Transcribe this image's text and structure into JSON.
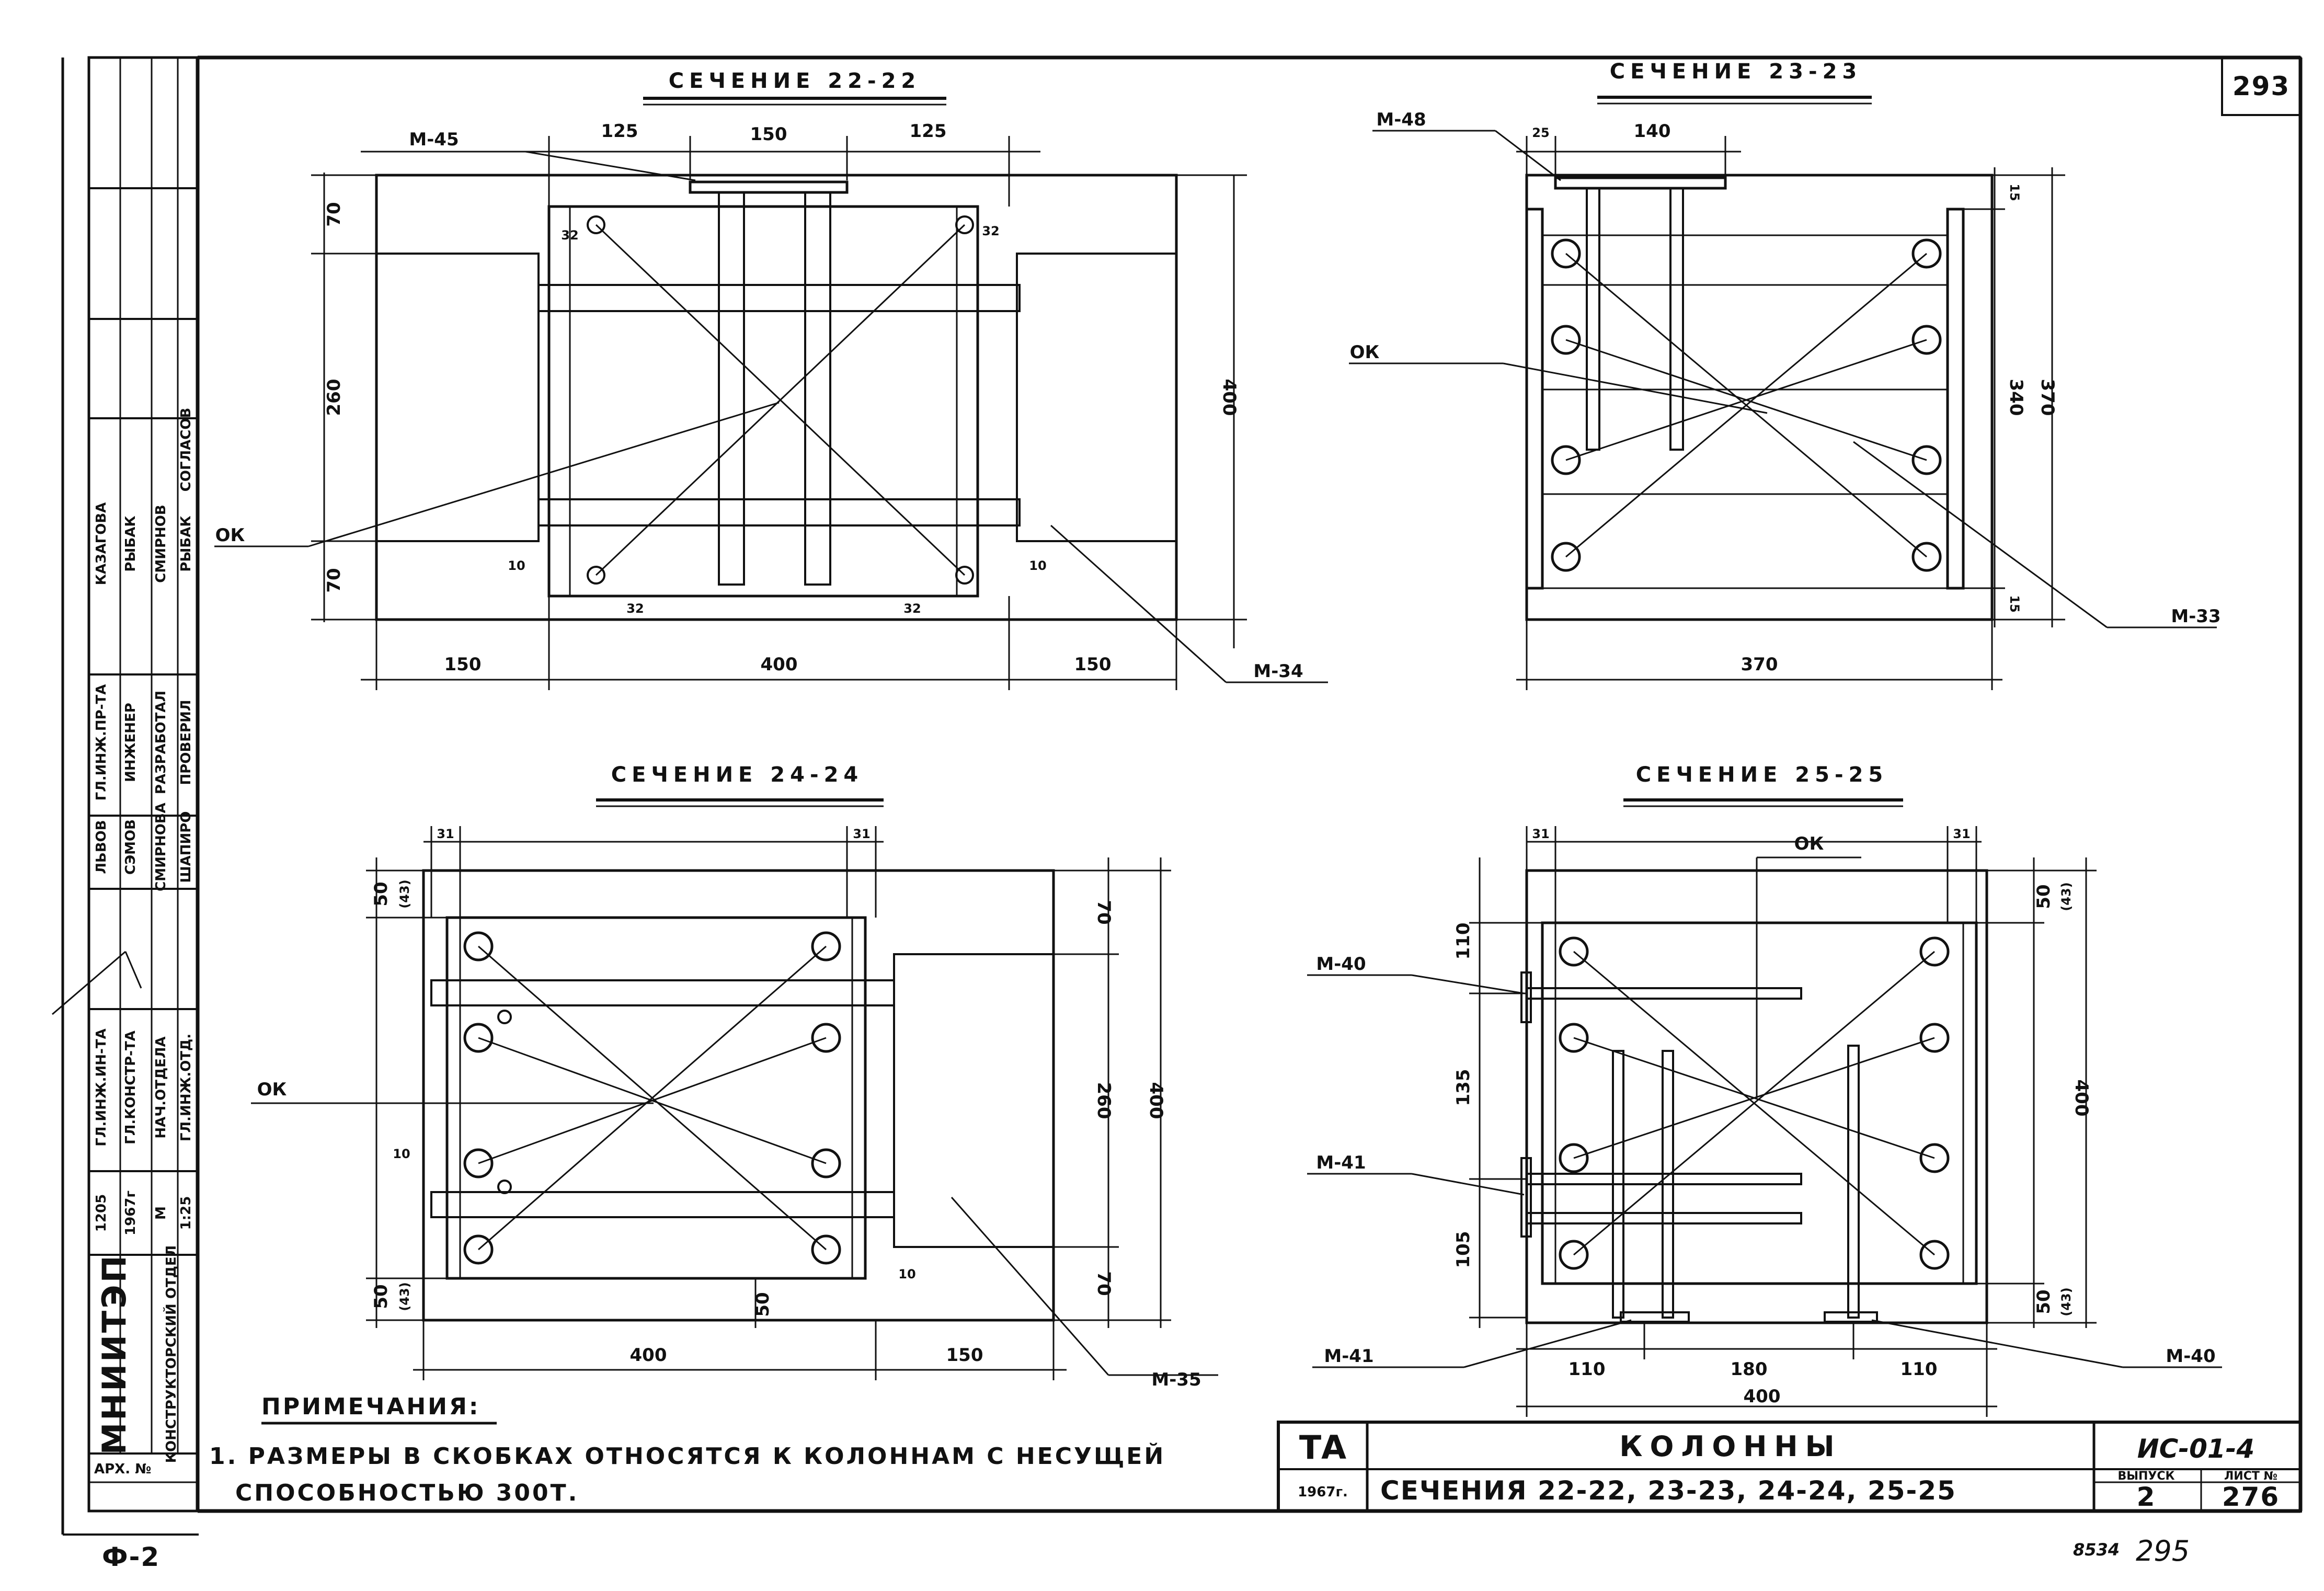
{
  "sheet": {
    "page_number": "293",
    "bottom_left": "Ф-2",
    "bottom_code": "8534",
    "bottom_page": "295"
  },
  "sections": {
    "s22": {
      "title": "СЕЧЕНИЕ 22-22",
      "dims": [
        "125",
        "150",
        "125",
        "70",
        "260",
        "70",
        "400",
        "150",
        "400",
        "150",
        "32",
        "32",
        "10",
        "10",
        "32",
        "32"
      ],
      "labels": {
        "m45": "М-45",
        "ok": "ОК",
        "m34": "М-34"
      }
    },
    "s23": {
      "title": "СЕЧЕНИЕ 23-23",
      "dims": [
        "25",
        "140",
        "15",
        "340",
        "370",
        "15",
        "370"
      ],
      "labels": {
        "m48": "М-48",
        "ok": "ОК",
        "m33": "М-33"
      }
    },
    "s24": {
      "title": "СЕЧЕНИЕ 24-24",
      "dims": [
        "31",
        "31",
        "50",
        "(43)",
        "70",
        "260",
        "400",
        "70",
        "10",
        "10",
        "50",
        "(43)",
        "50",
        "400",
        "150"
      ],
      "labels": {
        "ok": "ОК",
        "m35": "М-35"
      }
    },
    "s25": {
      "title": "СЕЧЕНИЕ 25-25",
      "dims": [
        "31",
        "31",
        "110",
        "135",
        "105",
        "50",
        "(43)",
        "400",
        "50",
        "(43)",
        "110",
        "180",
        "110",
        "400"
      ],
      "labels": {
        "ok": "ОК",
        "m40a": "М-40",
        "m41a": "М-41",
        "m41b": "М-41",
        "m40b": "М-40"
      }
    }
  },
  "note": {
    "heading": "ПРИМЕЧАНИЯ:",
    "line1": "1. РАЗМЕРЫ В СКОБКАХ ОТНОСЯТСЯ К КОЛОННАМ С НЕСУЩЕЙ",
    "line2": "СПОСОБНОСТЬЮ 300Т."
  },
  "title_block": {
    "logo": "ТА",
    "year": "1967г.",
    "name": "КОЛОННЫ",
    "sections": "СЕЧЕНИЯ 22-22, 23-23, 24-24, 25-25",
    "code": "ИС-01-4",
    "issue_label": "ВЫПУСК",
    "sheet_label": "ЛИСТ №",
    "issue": "2",
    "sheet": "276"
  },
  "side_stamp": {
    "org": "МНИИТЭП",
    "dept": "КОНСТРУКТОРСКИЙ ОТДЕЛ",
    "code": "1205",
    "year": "1967г",
    "scale_label": "М",
    "scale": "1:25",
    "arch": "АРХ. №",
    "agreed": "СОГЛАСОВ",
    "roles": [
      "ГЛ.ИНЖ.ИН-ТА",
      "ГЛ.КОНСТР-ТА",
      "НАЧ.ОТДЕЛА",
      "ГЛ.ИНЖ.ОТД.",
      "ГЛ.ИНЖ.ПР-ТА",
      "ИНЖЕНЕР",
      "РАЗРАБОТАЛ",
      "ПРОВЕРИЛ"
    ],
    "names": [
      "ЛЬВОВ",
      "СЭМОВ",
      "СМИРНОВА",
      "ШАПИРО",
      "КАЗАГОВА",
      "РЫБАК",
      "СМИРНОВ",
      "РЫБАК"
    ]
  }
}
